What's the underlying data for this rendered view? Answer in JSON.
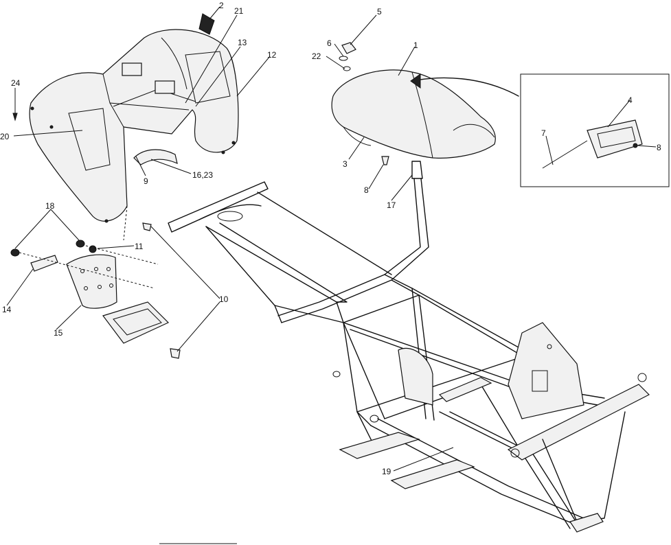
{
  "callouts": [
    {
      "id": "c2",
      "text": "2"
    },
    {
      "id": "c21",
      "text": "21"
    },
    {
      "id": "c13",
      "text": "13"
    },
    {
      "id": "c12",
      "text": "12"
    },
    {
      "id": "c24",
      "text": "24"
    },
    {
      "id": "c20",
      "text": "20"
    },
    {
      "id": "c9",
      "text": "9"
    },
    {
      "id": "c1623",
      "text": "16,23"
    },
    {
      "id": "c5",
      "text": "5"
    },
    {
      "id": "c6",
      "text": "6"
    },
    {
      "id": "c22",
      "text": "22"
    },
    {
      "id": "c1",
      "text": "1"
    },
    {
      "id": "c3",
      "text": "3"
    },
    {
      "id": "c8a",
      "text": "8"
    },
    {
      "id": "c17",
      "text": "17"
    },
    {
      "id": "c4",
      "text": "4"
    },
    {
      "id": "c7",
      "text": "7"
    },
    {
      "id": "c8b",
      "text": "8"
    },
    {
      "id": "c18",
      "text": "18"
    },
    {
      "id": "c11",
      "text": "11"
    },
    {
      "id": "c14",
      "text": "14"
    },
    {
      "id": "c15",
      "text": "15"
    },
    {
      "id": "c10",
      "text": "10"
    },
    {
      "id": "c19",
      "text": "19"
    }
  ]
}
